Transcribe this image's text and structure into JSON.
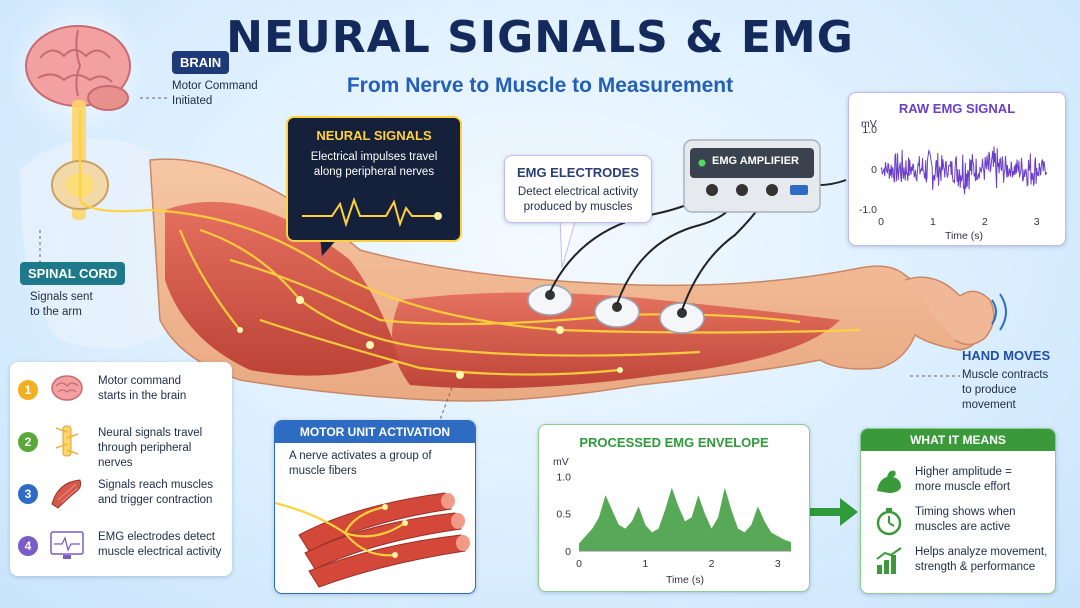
{
  "title": "NEURAL SIGNALS & EMG",
  "subtitle": "From Nerve to Muscle to Measurement",
  "brain": {
    "label": "BRAIN",
    "desc_line1": "Motor Command",
    "desc_line2": "Initiated"
  },
  "spinal_cord": {
    "label": "SPINAL CORD",
    "desc_line1": "Signals sent",
    "desc_line2": "to the arm"
  },
  "neural_signals": {
    "title": "NEURAL SIGNALS",
    "desc_line1": "Electrical impulses travel",
    "desc_line2": "along peripheral nerves"
  },
  "emg_electrodes": {
    "title": "EMG ELECTRODES",
    "desc_line1": "Detect electrical activity",
    "desc_line2": "produced by muscles"
  },
  "emg_amplifier": {
    "label": "EMG AMPLIFIER"
  },
  "hand_moves": {
    "title": "HAND MOVES",
    "desc_line1": "Muscle contracts",
    "desc_line2": "to produce",
    "desc_line3": "movement"
  },
  "motor_unit": {
    "title": "MOTOR UNIT ACTIVATION",
    "desc_line1": "A nerve activates a group of",
    "desc_line2": "muscle fibers"
  },
  "steps": [
    {
      "num": "1",
      "line1": "Motor command",
      "line2": "starts in the brain",
      "color": "#f2b01e",
      "icon": "brain-icon"
    },
    {
      "num": "2",
      "line1": "Neural signals travel",
      "line2": "through peripheral nerves",
      "color": "#5aa83a",
      "icon": "nerve-icon"
    },
    {
      "num": "3",
      "line1": "Signals reach muscles",
      "line2": "and trigger contraction",
      "color": "#2e6cc4",
      "icon": "muscle-icon"
    },
    {
      "num": "4",
      "line1": "EMG electrodes detect",
      "line2": "muscle electrical activity",
      "color": "#7a5cc8",
      "icon": "monitor-icon"
    }
  ],
  "what_it_means": {
    "title": "WHAT IT MEANS",
    "items": [
      {
        "line1": "Higher amplitude =",
        "line2": "more muscle effort",
        "icon": "flexed-arm-icon"
      },
      {
        "line1": "Timing shows when",
        "line2": "muscles are active",
        "icon": "stopwatch-icon"
      },
      {
        "line1": "Helps analyze movement,",
        "line2": "strength & performance",
        "icon": "bar-chart-icon"
      }
    ]
  },
  "colors": {
    "title": "#152a5c",
    "accent_blue": "#2460b8",
    "purple": "#6a3fc8",
    "green": "#2e9a3a",
    "nerve_yellow": "#ffd23a",
    "muscle_red": "#c8473a"
  },
  "chart_data": [
    {
      "type": "line",
      "title": "RAW EMG SIGNAL",
      "unit": "mV",
      "xlabel": "Time (s)",
      "xlim": [
        0,
        3.2
      ],
      "ylim": [
        -1.0,
        1.0
      ],
      "xticks": [
        "0",
        "1",
        "2",
        "3"
      ],
      "yticks": [
        "1.0",
        "0",
        "-1.0"
      ],
      "color": "#6a3fc8",
      "envelope": {
        "x": [
          0.0,
          0.4,
          0.6,
          1.0,
          1.3,
          1.6,
          1.9,
          2.2,
          2.5,
          2.9,
          3.2
        ],
        "amp": [
          0.15,
          0.5,
          0.25,
          0.55,
          0.2,
          0.65,
          0.25,
          0.6,
          0.2,
          0.5,
          0.15
        ]
      }
    },
    {
      "type": "area",
      "title": "PROCESSED EMG ENVELOPE",
      "unit": "mV",
      "xlabel": "Time (s)",
      "xlim": [
        0,
        3.2
      ],
      "ylim": [
        0,
        1.1
      ],
      "xticks": [
        "0",
        "1",
        "2",
        "3"
      ],
      "yticks": [
        "1.0",
        "0.5",
        "0"
      ],
      "color": "#3a9a3a",
      "x": [
        0.0,
        0.1,
        0.2,
        0.3,
        0.4,
        0.5,
        0.6,
        0.7,
        0.8,
        0.9,
        1.0,
        1.1,
        1.2,
        1.3,
        1.4,
        1.5,
        1.6,
        1.7,
        1.8,
        1.9,
        2.0,
        2.1,
        2.2,
        2.3,
        2.4,
        2.5,
        2.6,
        2.7,
        2.8,
        2.9,
        3.0,
        3.1,
        3.2
      ],
      "y": [
        0.1,
        0.2,
        0.3,
        0.45,
        0.75,
        0.55,
        0.35,
        0.3,
        0.4,
        0.6,
        0.35,
        0.25,
        0.3,
        0.55,
        0.85,
        0.6,
        0.4,
        0.45,
        0.75,
        0.5,
        0.3,
        0.45,
        0.85,
        0.55,
        0.3,
        0.25,
        0.35,
        0.6,
        0.4,
        0.25,
        0.2,
        0.15,
        0.12
      ]
    }
  ]
}
